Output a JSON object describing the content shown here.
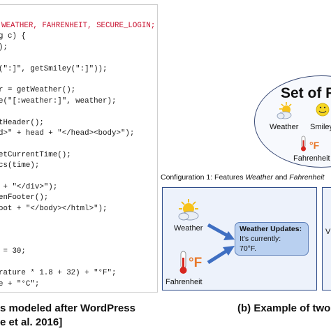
{
  "code_panel": {
    "lines": [
      {
        "text": "WEATHER, FAHRENHEIT, SECURE_LOGIN;",
        "color": "#c8102e"
      },
      {
        "text": "g c) {",
        "color": "#1a1a1a"
      },
      {
        "text": ");",
        "color": "#1a1a1a"
      },
      {
        "text": "",
        "color": "#1a1a1a"
      },
      {
        "text": "(\":]\", getSmiley(\":]\"));",
        "color": "#1a1a1a"
      },
      {
        "text": "",
        "color": "#1a1a1a"
      },
      {
        "text": "r = getWeather();",
        "color": "#1a1a1a"
      },
      {
        "text": "e(\"[:weather:]\", weather);",
        "color": "#1a1a1a"
      },
      {
        "text": "",
        "color": "#1a1a1a"
      },
      {
        "text": "tHeader();",
        "color": "#1a1a1a"
      },
      {
        "text": "d>\" + head + \"</head><body>\");",
        "color": "#1a1a1a"
      },
      {
        "text": "",
        "color": "#1a1a1a"
      },
      {
        "text": "etCurrentTime();",
        "color": "#1a1a1a"
      },
      {
        "text": "cs(time);",
        "color": "#1a1a1a"
      },
      {
        "text": "",
        "color": "#1a1a1a"
      },
      {
        "text": " + \"</div>\");",
        "color": "#1a1a1a"
      },
      {
        "text": "enFooter();",
        "color": "#1a1a1a"
      },
      {
        "text": "oot + \"</body></html>\");",
        "color": "#1a1a1a"
      },
      {
        "text": "",
        "color": "#1a1a1a"
      },
      {
        "text": "",
        "color": "#1a1a1a"
      },
      {
        "text": "",
        "color": "#1a1a1a"
      },
      {
        "text": " = 30;",
        "color": "#1a1a1a"
      },
      {
        "text": "",
        "color": "#1a1a1a"
      },
      {
        "text": "rature * 1.8 + 32) + \"°F\";",
        "color": "#1a1a1a"
      },
      {
        "text": "e + \"°C\";",
        "color": "#1a1a1a"
      }
    ]
  },
  "captions": {
    "left_line1": "s modeled after WordPress",
    "left_line2": "e et al. 2016]",
    "right": "(b) Example of two V"
  },
  "feature_set": {
    "title": "Set of Fea",
    "weather_label": "Weather",
    "smiley_label": "Smiley",
    "fahrenheit_label": "Fahrenheit",
    "degf_symbol": "°F"
  },
  "configuration": {
    "title_prefix": "Configuration 1: Features ",
    "title_feature1": "Weather",
    "title_and": " and ",
    "title_feature2": "Fahrenheit",
    "weather_label": "Weather",
    "fahrenheit_label": "Fahrenheit",
    "degf_symbol": "°F",
    "update_title": "Weather Updates:",
    "update_line1": "It's currently:",
    "update_line2": "70°F.",
    "second_box_letter": "V"
  },
  "colors": {
    "code_keyword": "#c8102e",
    "box_border": "#2f4d8a",
    "box_fill": "#edf2fb",
    "update_fill": "#b9d0f0",
    "arrow": "#3f6fc2",
    "degf": "#e8782a"
  },
  "icons": [
    "sun-cloud-icon",
    "smiley-icon",
    "thermometer-icon",
    "arrow-icon"
  ]
}
